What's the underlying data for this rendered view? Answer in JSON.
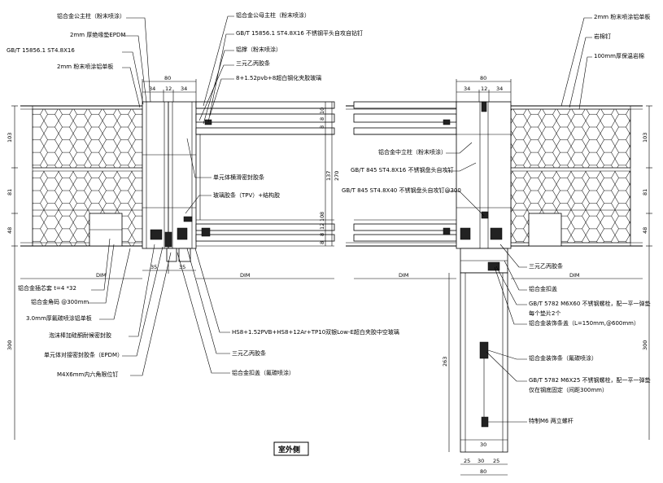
{
  "title": "室外侧",
  "left_labels": {
    "l1": "铝合金公主柱（粉末喷涂）",
    "l2": "2mm 厚绝缘垫EPDM",
    "l3": "GB/T 15856.1 ST4.8X16",
    "l4": "2mm 粉末喷涂铝单板",
    "l5": "铝合金插芯套 t=4 *32",
    "l6": "铝合金角码 @300mm",
    "l7": "3.0mm厚氟碳喷涂铝单板",
    "l8": "泡沫棒加硅酮耐候密封胶",
    "l9": "单元体对接密封胶条（EPDM）",
    "l10": "M4X6mm内六角限位钉"
  },
  "mid_labels": {
    "m1": "铝合金公母主柱（粉末喷涂）",
    "m2": "GB/T 15856.1 ST4.8X16 不锈钢平头自攻自钻钉",
    "m3": "铝撑（粉末喷涂）",
    "m4": "三元乙丙胶条",
    "m5": "8+1.52pvb+8超白钢化夹胶玻璃",
    "m6": "单元体横滑密封胶条",
    "m7": "玻璃胶条（TPV）+结构胶",
    "m8": "HS8+1.52PVB+HS8+12Ar+TP10双银Low-E超白夹胶中空玻璃",
    "m9": "三元乙丙胶条",
    "m10": "铝合金扣盖（氟碳喷涂）"
  },
  "right_labels": {
    "r1": "2mm 粉末喷涂铝单板",
    "r2": "岩棉钉",
    "r3": "100mm厚保温岩棉",
    "r4": "铝合金中立柱（粉末喷涂）",
    "r5": "GB/T 845 ST4.8X16 不锈钢盘头自攻钉",
    "r6": "GB/T 845 ST4.8X40 不锈钢盘头自攻钉@300",
    "r7": "三元乙丙胶条",
    "r8": "铝合金扣盖",
    "r9": "GB/T 5782 M6X60 不锈钢螺栓，配一平一弹垫",
    "r10": "每个垫片2个",
    "r11": "铝合金装饰条盖（L=150mm,@600mm）",
    "r12": "铝合金装饰条（氟碳喷涂）",
    "r13": "GB/T 5782 M6X25 不锈钢螺栓，配一平一弹垫",
    "r14": "仅在钢底固定（间距300mm）",
    "r15": "特制M6 两立螺杆"
  },
  "dims": {
    "top_left": [
      "80",
      "34",
      "12",
      "34"
    ],
    "bottom_left": [
      "35",
      "35"
    ],
    "dim_word": "DIM",
    "left_vert": [
      "103",
      "81",
      "48",
      "300"
    ],
    "glass_vert": [
      "8",
      "8",
      "10",
      "8",
      "8",
      "12",
      "10",
      "8"
    ],
    "glass_total": [
      "137",
      "270"
    ],
    "top_right": [
      "80",
      "34",
      "12",
      "34"
    ],
    "right_vert": [
      "103",
      "81",
      "48",
      "300"
    ],
    "post_vert": [
      "263"
    ],
    "post_bottom": [
      "80",
      "25",
      "30",
      "25",
      "30"
    ]
  }
}
